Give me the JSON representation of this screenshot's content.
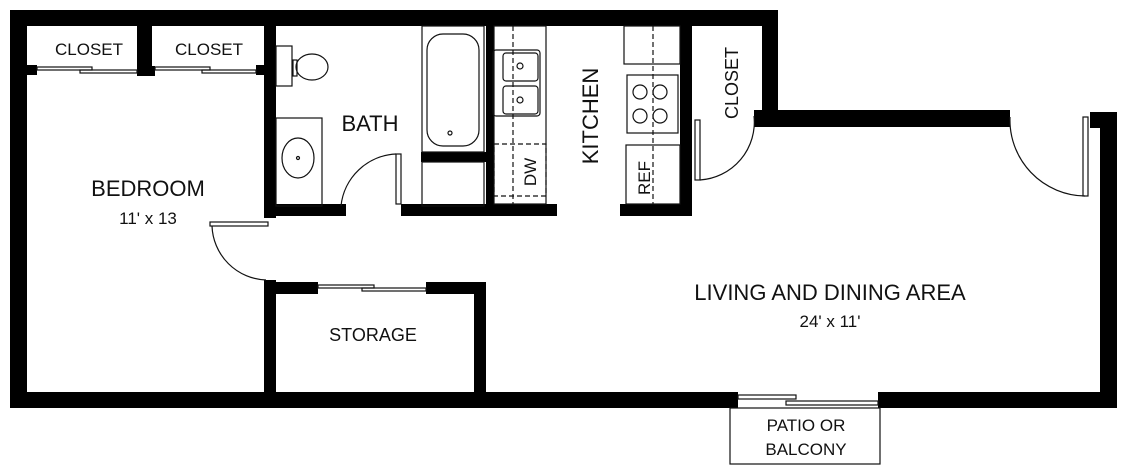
{
  "plan": {
    "rooms": {
      "closet_left": {
        "label": "CLOSET"
      },
      "closet_right": {
        "label": "CLOSET"
      },
      "bedroom": {
        "label": "BEDROOM",
        "size": "11' x 13"
      },
      "bath": {
        "label": "BATH"
      },
      "kitchen": {
        "label": "KITCHEN"
      },
      "closet_entry": {
        "label": "CLOSET"
      },
      "dishwasher": {
        "label": "DW"
      },
      "refrigerator": {
        "label": "REF"
      },
      "storage": {
        "label": "STORAGE"
      },
      "living": {
        "label": "LIVING AND DINING AREA",
        "size": "24' x 11'"
      },
      "patio": {
        "label_line1": "PATIO OR",
        "label_line2": "BALCONY"
      }
    },
    "colors": {
      "wall": "#000000",
      "background": "#ffffff",
      "line": "#111111"
    }
  }
}
